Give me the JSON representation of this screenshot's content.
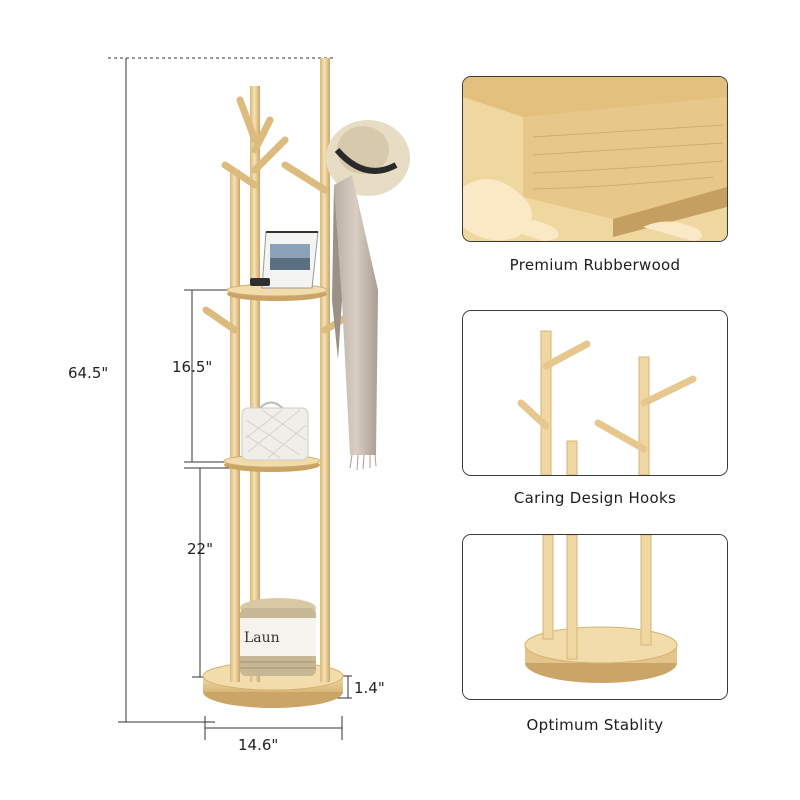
{
  "dimensions": {
    "total_height": "64.5\"",
    "shelf_gap_upper": "16.5\"",
    "shelf_gap_lower": "22\"",
    "base_height": "1.4\"",
    "base_width": "14.6\""
  },
  "features": [
    {
      "caption": "Premium Rubberwood"
    },
    {
      "caption": "Caring Design Hooks"
    },
    {
      "caption": "Optimum Stablity"
    }
  ],
  "product_props": {
    "basket_text": "Laun"
  },
  "colors": {
    "wood_light": "#f1d9a6",
    "wood_mid": "#e5c48a",
    "wood_dark": "#c9a466",
    "line": "#555555"
  }
}
